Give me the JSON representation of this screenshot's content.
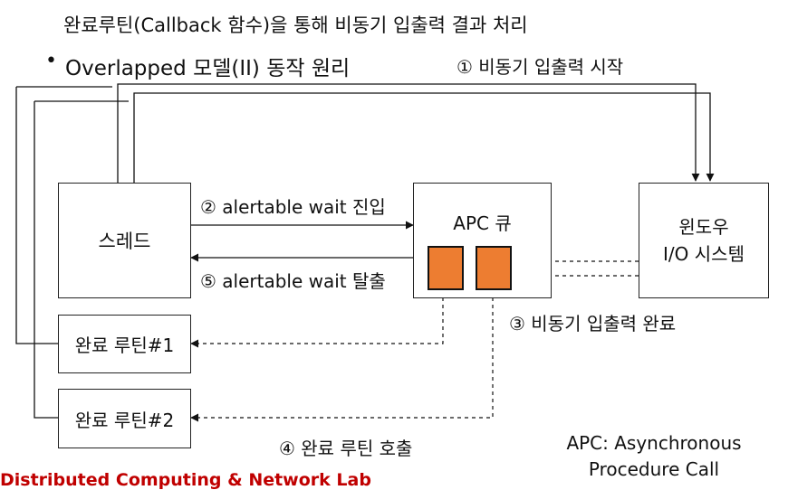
{
  "header": {
    "line1": "완료루틴(Callback 함수)을 통해 비동기 입출력 결과 처리",
    "bullet": "•",
    "line2_part1": "Overlapped",
    "line2_part2": " 모델(II) 동작 원리"
  },
  "boxes": {
    "thread": "스레드",
    "apc_queue": "APC 큐",
    "windows_io_line1": "윈도우",
    "windows_io_line2": "I/O 시스템",
    "routine1": "완료 루틴#1",
    "routine2": "완료 루틴#2"
  },
  "labels": {
    "step1": "① 비동기 입출력 시작",
    "step2": "② alertable wait 진입",
    "step3": "③ 비동기 입출력 완료",
    "step4": "④ 완료 루틴 호출",
    "step5": "⑤ alertable wait 탈출"
  },
  "note": {
    "line1": "APC: Asynchronous",
    "line2": "Procedure Call"
  },
  "footer_fragment": "Distributed Computing & Network Lab",
  "colors": {
    "apc_item": "#ed7d31",
    "footer_red": "#c00000"
  }
}
